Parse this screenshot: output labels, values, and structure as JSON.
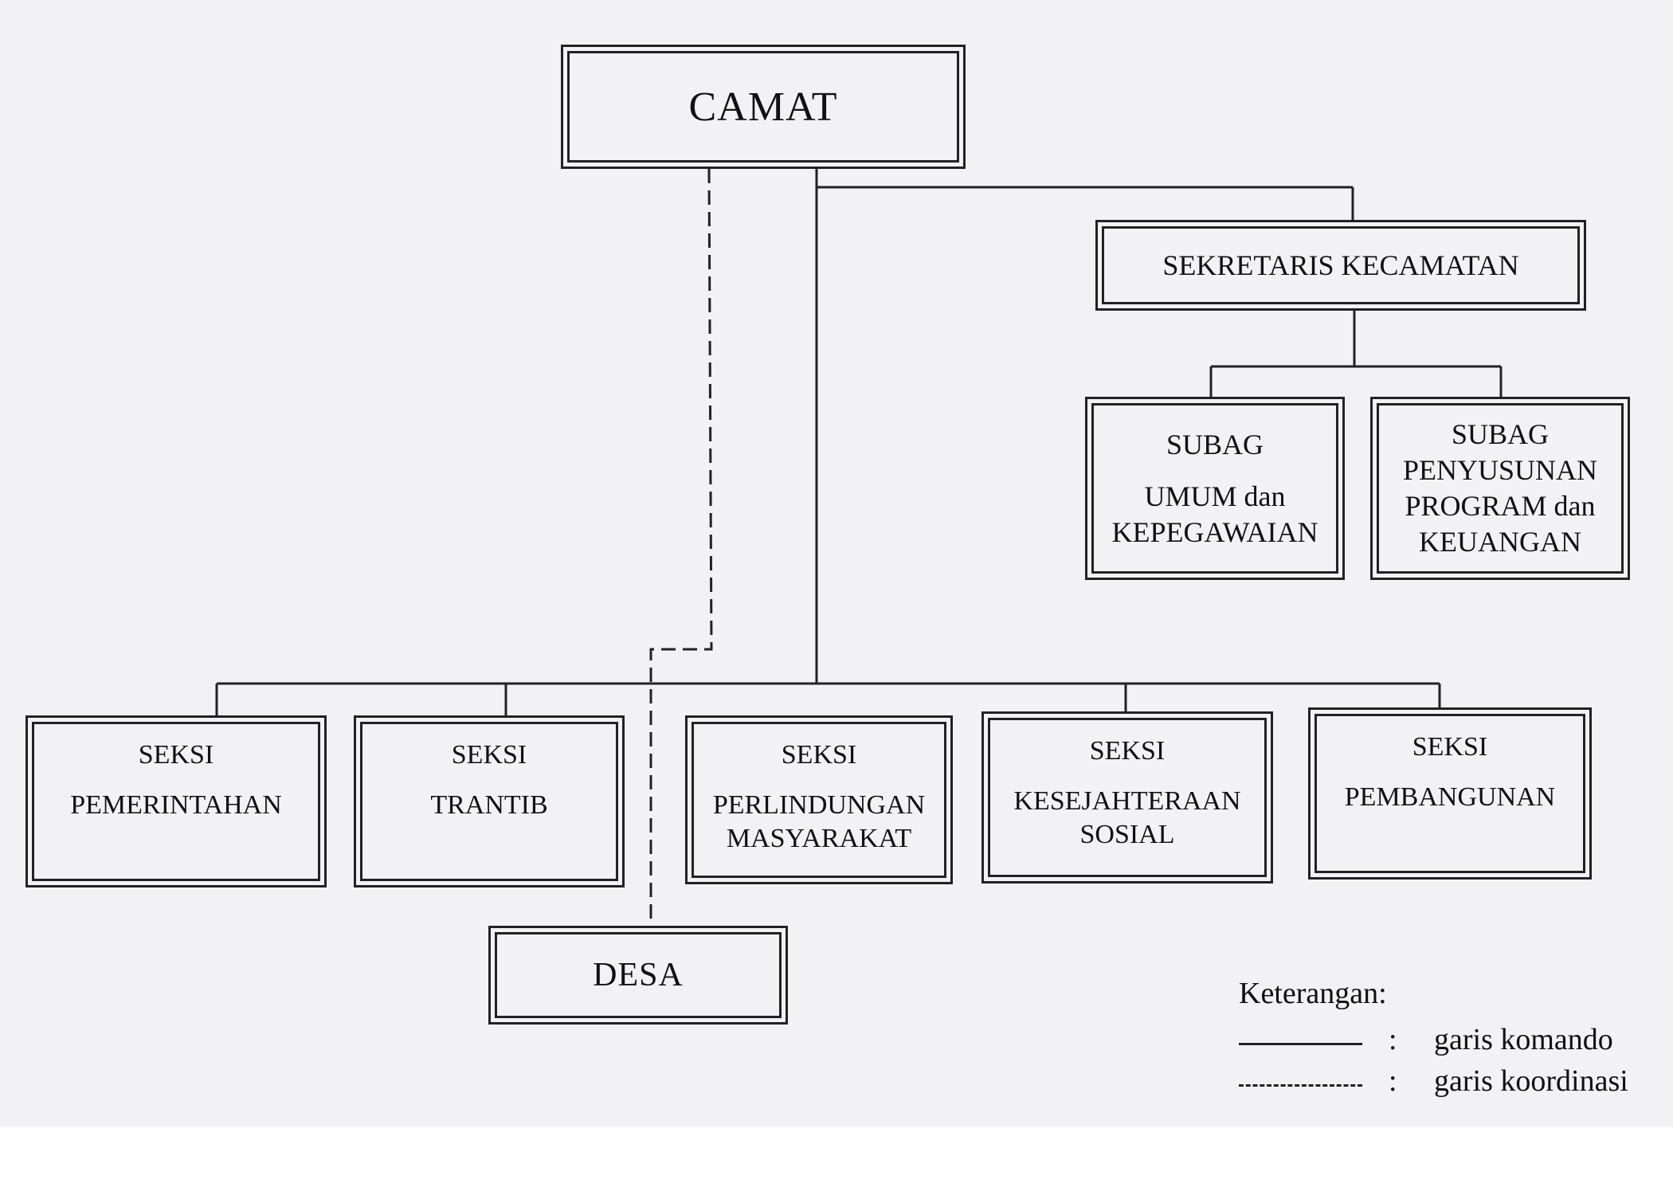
{
  "nodes": {
    "camat": "CAMAT",
    "sekretaris": "SEKRETARIS KECAMATAN",
    "subag_umum": [
      "SUBAG",
      "UMUM dan",
      "KEPEGAWAIAN"
    ],
    "subag_program": [
      "SUBAG",
      "PENYUSUNAN",
      "PROGRAM dan",
      "KEUANGAN"
    ],
    "seksi_pemerintahan": [
      "SEKSI",
      "PEMERINTAHAN"
    ],
    "seksi_trantib": [
      "SEKSI",
      "TRANTIB"
    ],
    "seksi_perlindungan": [
      "SEKSI",
      "PERLINDUNGAN",
      "MASYARAKAT"
    ],
    "seksi_kesejahteraan": [
      "SEKSI",
      "KESEJAHTERAAN",
      "SOSIAL"
    ],
    "seksi_pembangunan": [
      "SEKSI",
      "PEMBANGUNAN"
    ],
    "desa": "DESA"
  },
  "legend": {
    "title": "Keterangan:",
    "colon": ":",
    "items": [
      {
        "line": "solid",
        "label": "garis komando"
      },
      {
        "line": "dashed",
        "label": "garis koordinasi"
      }
    ]
  }
}
